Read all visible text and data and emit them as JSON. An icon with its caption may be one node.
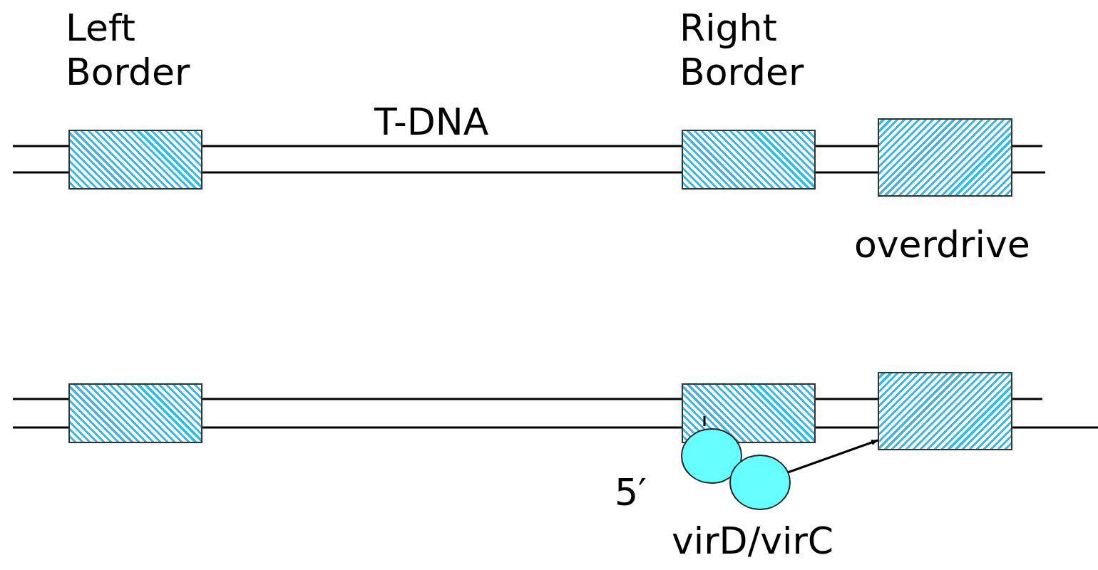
{
  "diagram": {
    "nodes": [
      {
        "text": [
          "Left Border"
        ]
      },
      {
        "text": [
          "Right Border"
        ]
      },
      {
        "text": [
          "overdrive"
        ]
      },
      {
        "text": [],
        "shape": "box"
      },
      {
        "text": [],
        "shape": "box"
      },
      {
        "text": [],
        "shape": "box"
      },
      {
        "text": [],
        "shape": "circle"
      },
      {
        "text": [],
        "shape": "circle"
      }
    ],
    "edges": [
      {
        "from": 7,
        "to": 5,
        "arrow": "to"
      }
    ],
    "labels": [
      "T-DNA",
      "5′",
      "virD/virC"
    ]
  }
}
